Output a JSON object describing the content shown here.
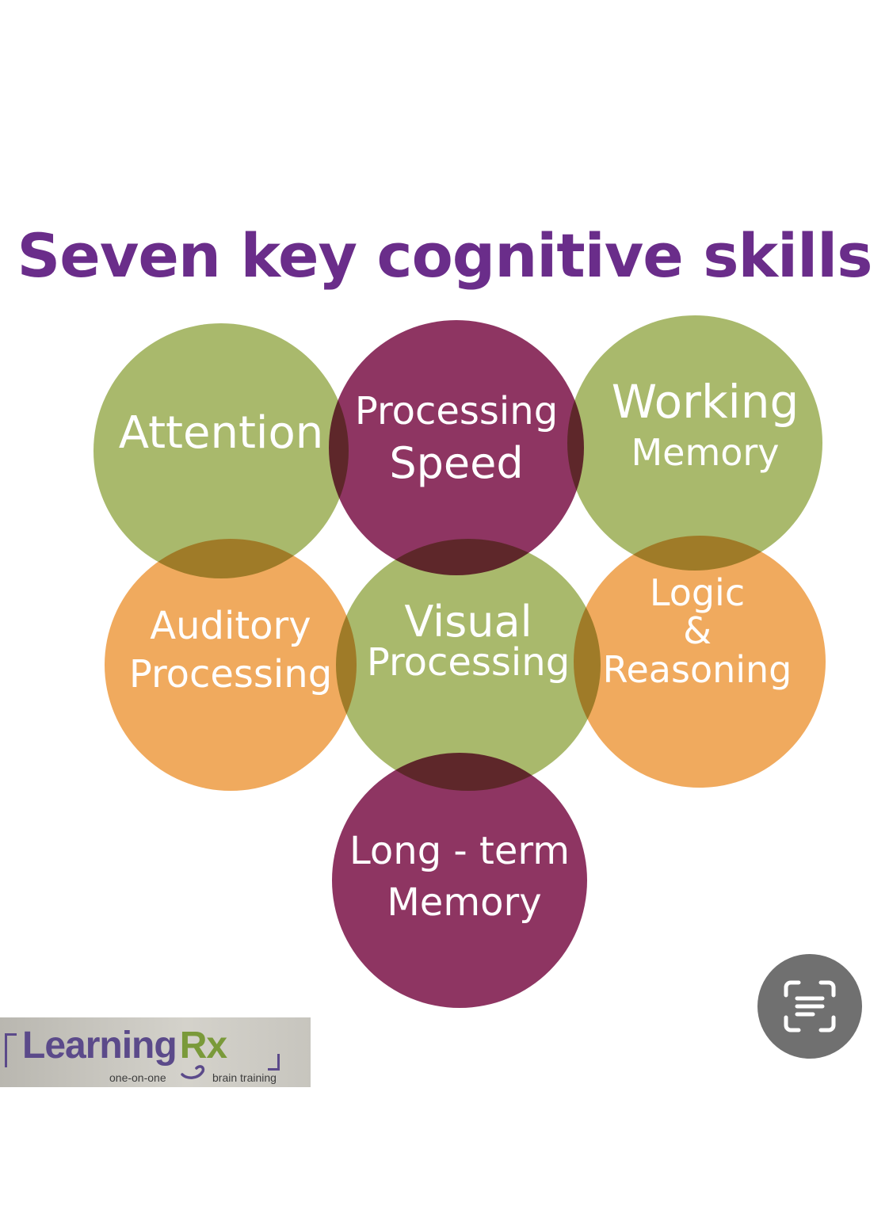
{
  "title": "Seven key cognitive skills",
  "colors": {
    "title": "#6a2d8a",
    "green": "#a9b96c",
    "plum": "#8e3562",
    "orange": "#f0aa5e",
    "logo_purple": "#5b4a8a",
    "logo_green": "#7a9a3a"
  },
  "skills": [
    {
      "id": "attention",
      "lines": [
        "Attention"
      ],
      "color": "green"
    },
    {
      "id": "processing-speed",
      "lines": [
        "Processing",
        "Speed"
      ],
      "color": "plum"
    },
    {
      "id": "working-memory",
      "lines": [
        "Working",
        "Memory"
      ],
      "color": "green"
    },
    {
      "id": "auditory-processing",
      "lines": [
        "Auditory",
        "Processing"
      ],
      "color": "orange"
    },
    {
      "id": "visual-processing",
      "lines": [
        "Visual",
        "Processing"
      ],
      "color": "green"
    },
    {
      "id": "logic-reasoning",
      "lines": [
        "Logic",
        "&",
        "Reasoning"
      ],
      "color": "orange"
    },
    {
      "id": "long-term-memory",
      "lines": [
        "Long - term",
        "Memory"
      ],
      "color": "plum"
    }
  ],
  "logo": {
    "word": "Learning",
    "rx": "Rx",
    "tag_left": "one-on-one",
    "tag_right": "brain training"
  },
  "scan_button": {
    "icon": "text-scan-icon"
  }
}
